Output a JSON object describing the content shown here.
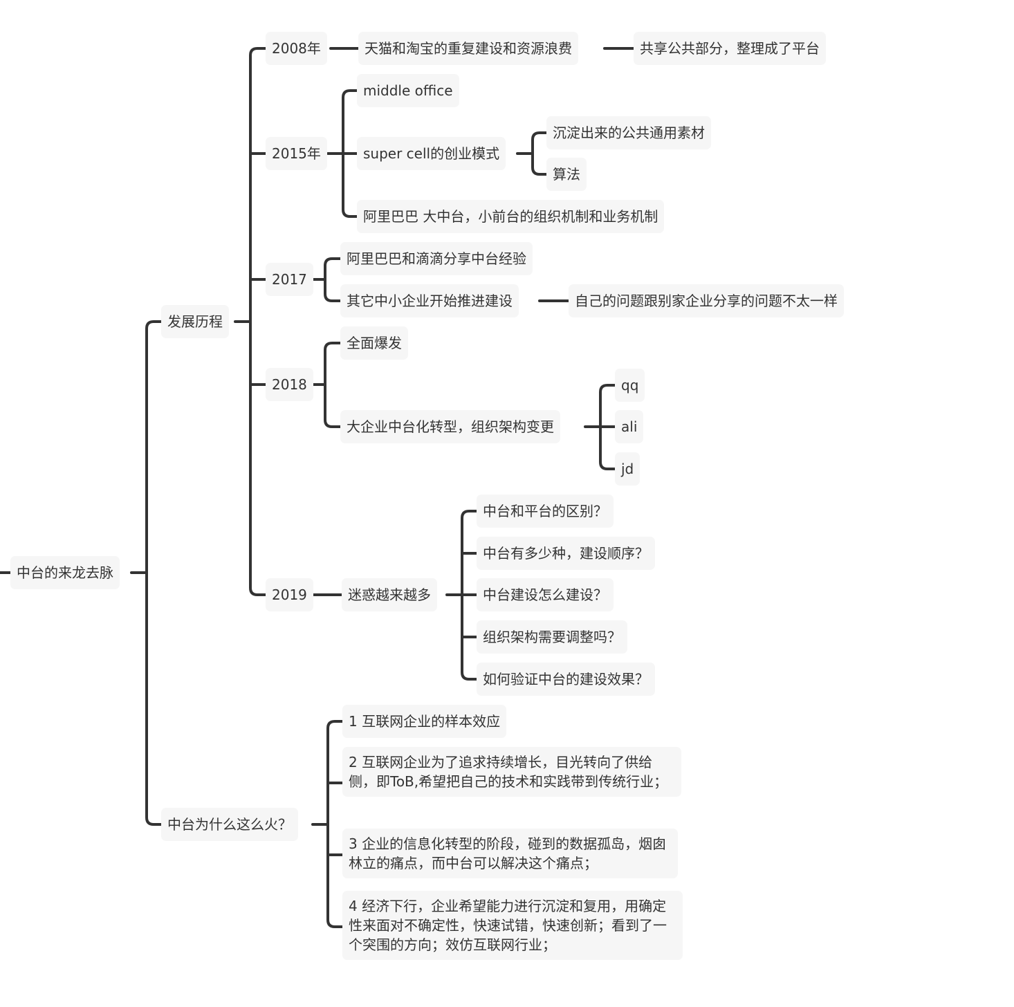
{
  "mindmap": {
    "colors": {
      "line": "#333333",
      "node_fill": "#f6f6f6",
      "text": "#333333"
    },
    "root": "中台的来龙去脉",
    "branch_history": {
      "label": "发展历程",
      "y2008": {
        "label": "2008年",
        "a": "天猫和淘宝的重复建设和资源浪费",
        "a_child": "共享公共部分，整理成了平台"
      },
      "y2015": {
        "label": "2015年",
        "middle_office": "middle office",
        "supercell": "super cell的创业模式",
        "supercell_children": [
          "沉淀出来的公共通用素材",
          "算法"
        ],
        "alibaba": "阿里巴巴 大中台，小前台的组织机制和业务机制"
      },
      "y2017": {
        "label": "2017",
        "share": "阿里巴巴和滴滴分享中台经验",
        "others": "其它中小企业开始推进建设",
        "others_child": "自己的问题跟别家企业分享的问题不太一样"
      },
      "y2018": {
        "label": "2018",
        "explode": "全面爆发",
        "transform": "大企业中台化转型，组织架构变更",
        "transform_children": [
          "qq",
          "ali",
          "jd"
        ]
      },
      "y2019": {
        "label": "2019",
        "confused": "迷惑越来越多",
        "questions": [
          "中台和平台的区别？",
          "中台有多少种，建设顺序？",
          "中台建设怎么建设？",
          "组织架构需要调整吗？",
          "如何验证中台的建设效果？"
        ]
      }
    },
    "branch_why": {
      "label": "中台为什么这么火？",
      "reasons": [
        "1 互联网企业的样本效应",
        "2 互联网企业为了追求持续增长，目光转向了供给侧，即ToB,希望把自己的技术和实践带到传统行业；",
        "3 企业的信息化转型的阶段，碰到的数据孤岛，烟囱林立的痛点，而中台可以解决这个痛点；",
        "4  经济下行，企业希望能力进行沉淀和复用，用确定性来面对不确定性，快速试错，快速创新；看到了一个突围的方向；效仿互联网行业；"
      ]
    }
  }
}
